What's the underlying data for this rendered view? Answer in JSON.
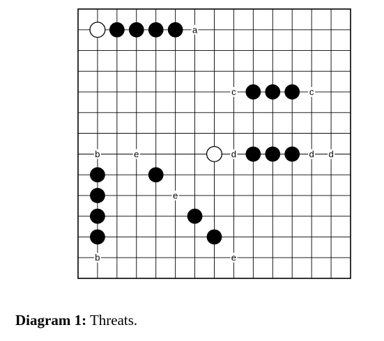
{
  "diagram": {
    "grid": {
      "cols": 14,
      "rows": 13
    },
    "black_stones": [
      [
        2,
        1
      ],
      [
        3,
        1
      ],
      [
        4,
        1
      ],
      [
        5,
        1
      ],
      [
        9,
        4
      ],
      [
        10,
        4
      ],
      [
        11,
        4
      ],
      [
        9,
        7
      ],
      [
        10,
        7
      ],
      [
        11,
        7
      ],
      [
        1,
        8
      ],
      [
        1,
        9
      ],
      [
        1,
        10
      ],
      [
        1,
        11
      ],
      [
        4,
        8
      ],
      [
        6,
        10
      ],
      [
        7,
        11
      ]
    ],
    "white_stones": [
      [
        1,
        1
      ],
      [
        7,
        7
      ]
    ],
    "labels": [
      {
        "text": "a",
        "pos": [
          6,
          1
        ]
      },
      {
        "text": "c",
        "pos": [
          8,
          4
        ]
      },
      {
        "text": "c",
        "pos": [
          12,
          4
        ]
      },
      {
        "text": "b",
        "pos": [
          1,
          7
        ]
      },
      {
        "text": "e",
        "pos": [
          3,
          7
        ]
      },
      {
        "text": "d",
        "pos": [
          8,
          7
        ]
      },
      {
        "text": "d",
        "pos": [
          12,
          7
        ]
      },
      {
        "text": "d",
        "pos": [
          13,
          7
        ]
      },
      {
        "text": "e",
        "pos": [
          5,
          9
        ]
      },
      {
        "text": "b",
        "pos": [
          1,
          12
        ]
      },
      {
        "text": "e",
        "pos": [
          8,
          12
        ]
      }
    ]
  },
  "caption": {
    "label": "Diagram 1:",
    "text": "Threats."
  }
}
